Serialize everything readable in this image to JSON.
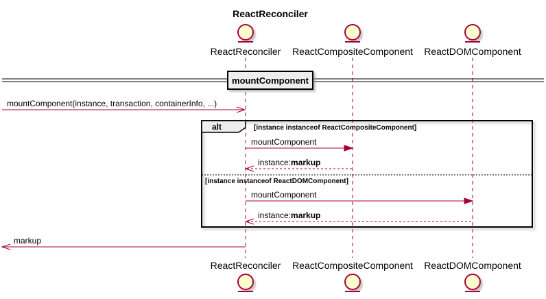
{
  "diagram": {
    "title": "ReactReconciler",
    "participants": [
      "ReactReconciler",
      "ReactCompositeComponent",
      "ReactDOMComponent"
    ],
    "divider": "mountComponent",
    "entry_message": "mountComponent(instance, transaction, containerInfo, ...)",
    "alt": {
      "keyword": "alt",
      "guard1": "[instance instanceof ReactCompositeComponent]",
      "guard2": "[instance instanceof ReactDOMComponent]",
      "call1": "mountComponent",
      "return1_prefix": "instance:",
      "return1_value": "markup",
      "call2": "mountComponent",
      "return2_prefix": "instance:",
      "return2_value": "markup"
    },
    "exit_message": "markup"
  },
  "colors": {
    "line": "#A80036",
    "entity_fill": "#FEFECE",
    "frame_label_fill": "#EEEEEE",
    "shadow": "#cccccc"
  }
}
